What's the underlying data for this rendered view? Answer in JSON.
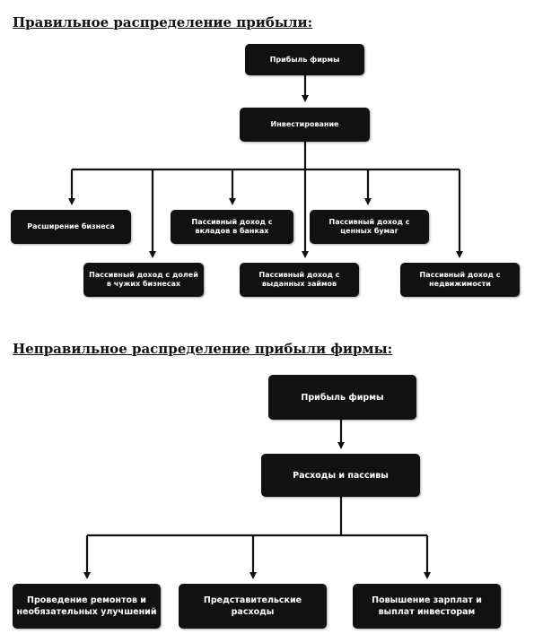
{
  "correct": {
    "heading": "Правильное распределение прибыли:",
    "profit": "Прибыль фирмы",
    "investing": "Инвестирование",
    "items": [
      "Расширение бизнеса",
      "Пассивный доход с долей в чужих бизнесах",
      "Пассивный доход с вкладов в банках",
      "Пассивный доход с выданных займов",
      "Пассивный доход с ценных бумаг",
      "Пассивный доход с недвижимости"
    ]
  },
  "incorrect": {
    "heading": "Неправильное распределение прибыли фирмы:",
    "profit": "Прибыль фирмы",
    "expenses": "Расходы и пассивы",
    "items": [
      "Проведение ремонтов и необязательных улучшений",
      "Представительские расходы",
      "Повышение зарплат и выплат инвесторам"
    ]
  }
}
